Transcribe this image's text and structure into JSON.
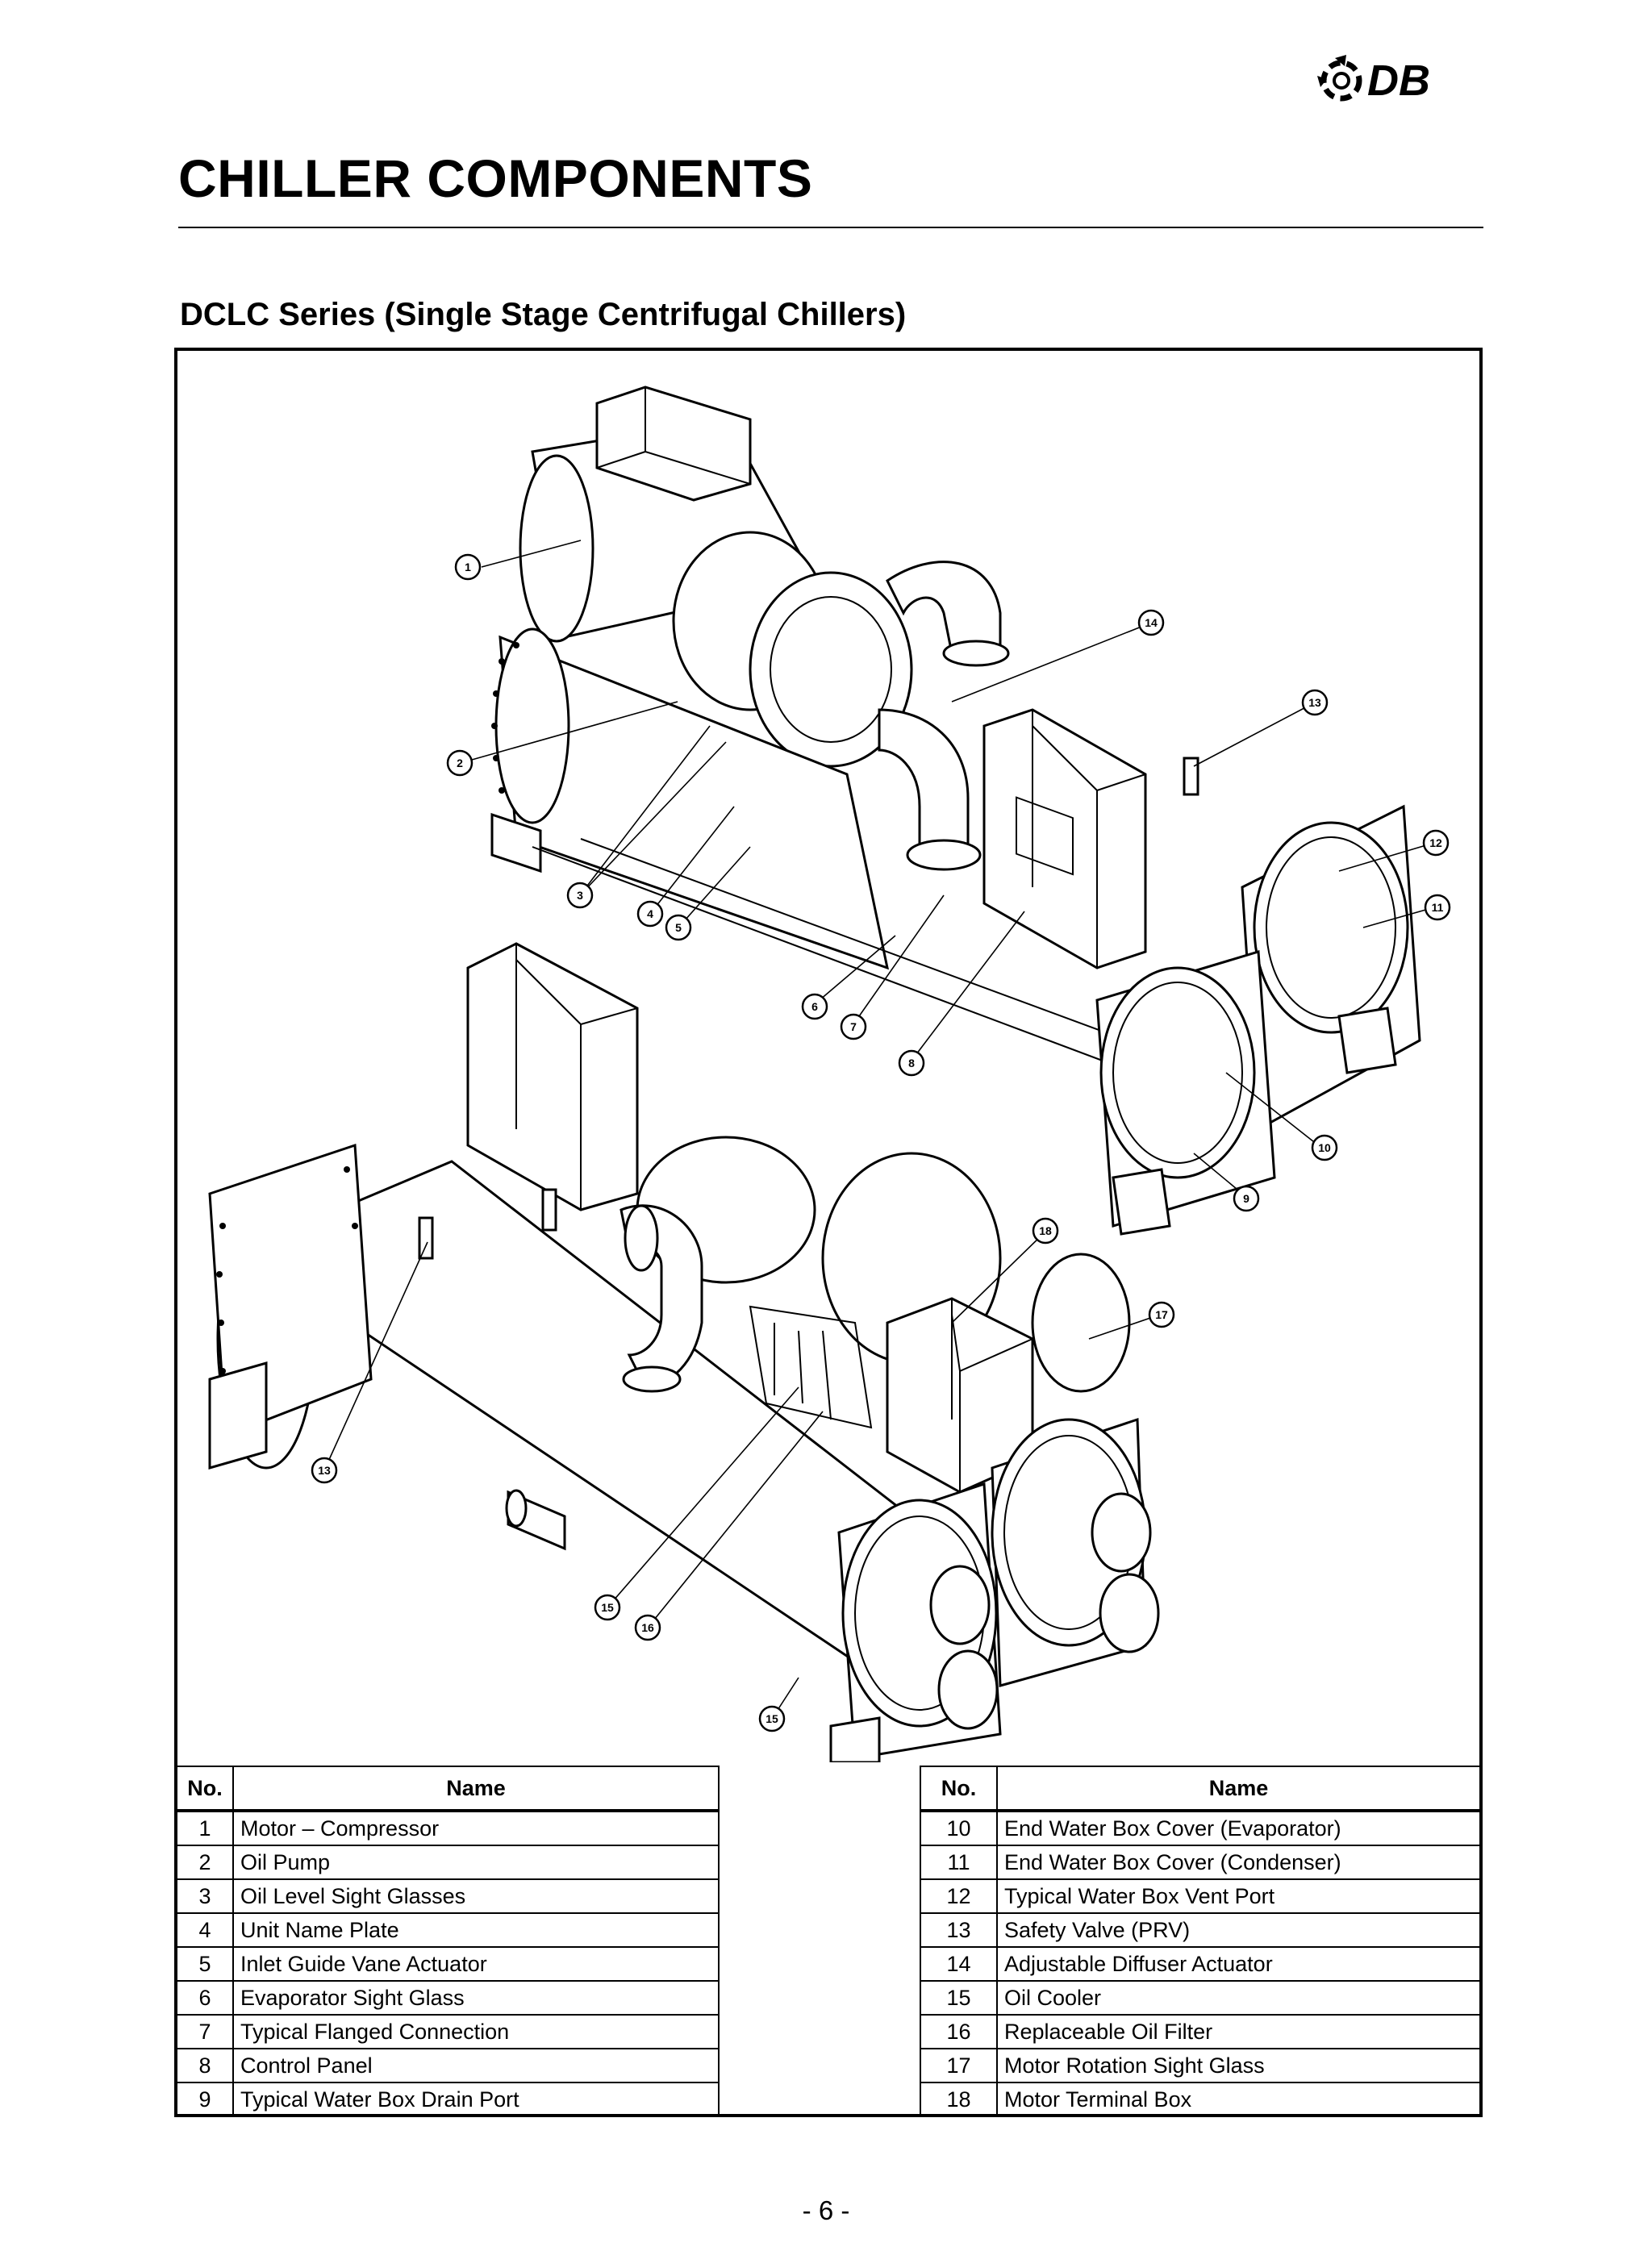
{
  "brand": {
    "logo_text": "DB"
  },
  "page": {
    "title": "CHILLER COMPONENTS",
    "subtitle": "DCLC Series (Single Stage Centrifugal Chillers)",
    "page_number": "- 6 -"
  },
  "callouts": [
    "1",
    "2",
    "3",
    "4",
    "5",
    "6",
    "7",
    "8",
    "9",
    "10",
    "11",
    "12",
    "13",
    "14",
    "15",
    "16",
    "17",
    "18"
  ],
  "tables": {
    "headers": {
      "no": "No.",
      "name": "Name"
    },
    "left": [
      {
        "no": "1",
        "name": "Motor – Compressor"
      },
      {
        "no": "2",
        "name": "Oil Pump"
      },
      {
        "no": "3",
        "name": "Oil Level Sight Glasses"
      },
      {
        "no": "4",
        "name": "Unit Name Plate"
      },
      {
        "no": "5",
        "name": "Inlet Guide Vane Actuator"
      },
      {
        "no": "6",
        "name": "Evaporator Sight Glass"
      },
      {
        "no": "7",
        "name": "Typical Flanged Connection"
      },
      {
        "no": "8",
        "name": "Control Panel"
      },
      {
        "no": "9",
        "name": "Typical Water Box Drain Port"
      }
    ],
    "right": [
      {
        "no": "10",
        "name": "End Water Box Cover (Evaporator)"
      },
      {
        "no": "11",
        "name": "End Water Box Cover (Condenser)"
      },
      {
        "no": "12",
        "name": "Typical Water Box Vent Port"
      },
      {
        "no": "13",
        "name": "Safety Valve (PRV)"
      },
      {
        "no": "14",
        "name": "Adjustable Diffuser Actuator"
      },
      {
        "no": "15",
        "name": "Oil Cooler"
      },
      {
        "no": "16",
        "name": "Replaceable Oil Filter"
      },
      {
        "no": "17",
        "name": "Motor Rotation Sight Glass"
      },
      {
        "no": "18",
        "name": "Motor Terminal Box"
      }
    ]
  }
}
